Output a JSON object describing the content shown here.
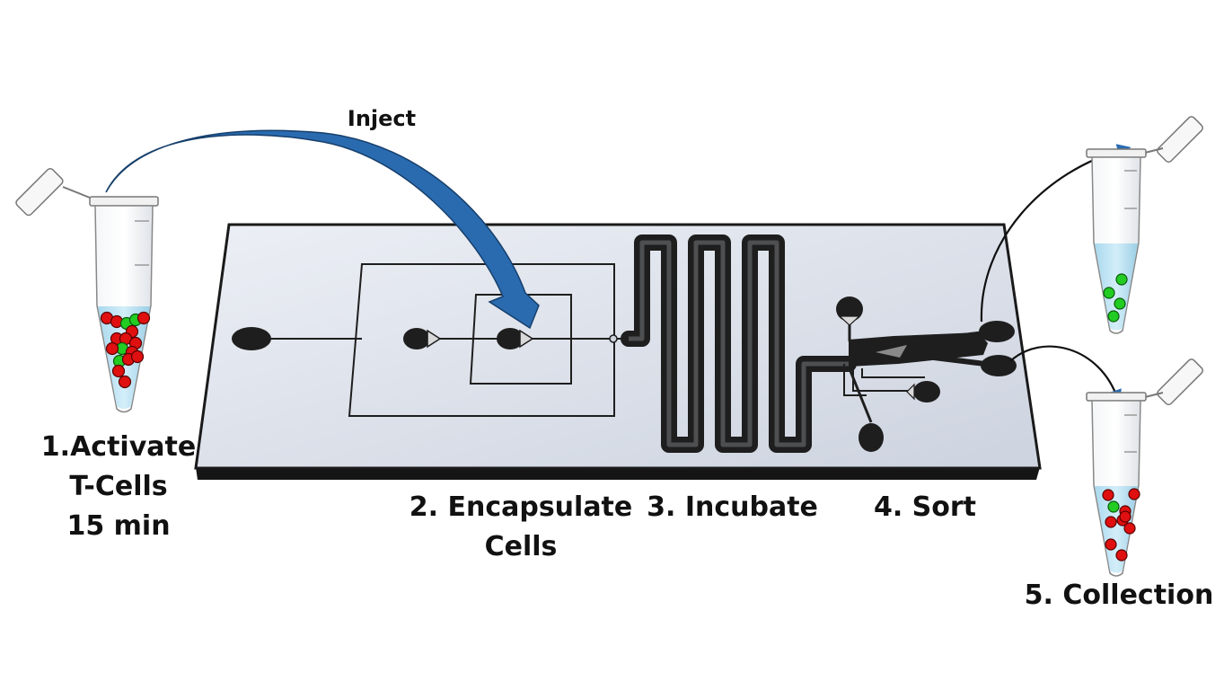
{
  "labels": {
    "inject": "Inject",
    "step1": [
      "1.Activate",
      "T-Cells",
      "15 min"
    ],
    "step2": [
      "2. Encapsulate",
      "Cells"
    ],
    "step3": "3. Incubate",
    "step4": "4. Sort",
    "step5": "5. Collection"
  },
  "colors": {
    "chip_surface": "#dfe3ec",
    "chip_edge": "#1a1a1a",
    "channel": "#1e1e1e",
    "inject_arrow": "#2a6bb0",
    "tube_liquid": "#bfe3f2",
    "cell_red": "#e01010",
    "cell_green": "#22cc22"
  },
  "tubes": [
    {
      "name": "tube-activate",
      "red_cells": 13,
      "green_cells": 4
    },
    {
      "name": "tube-collection-green",
      "red_cells": 0,
      "green_cells": 4
    },
    {
      "name": "tube-collection-red",
      "red_cells": 9,
      "green_cells": 1
    }
  ]
}
